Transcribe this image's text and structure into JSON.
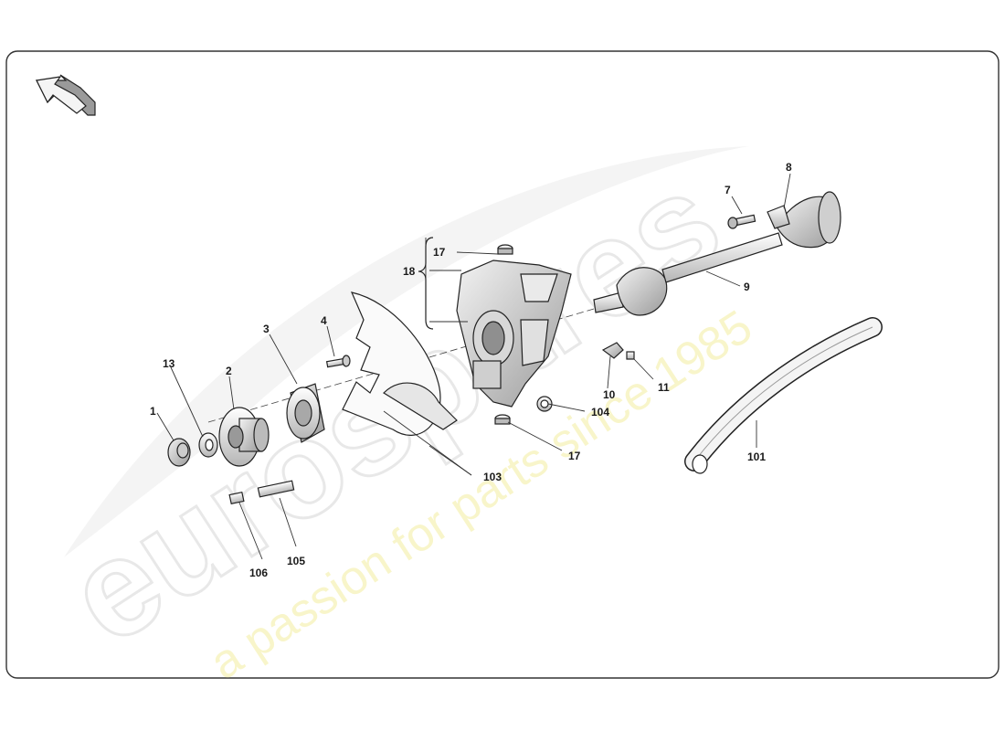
{
  "nav": {
    "arrow_icon": "back-arrow-icon"
  },
  "watermark": {
    "logo_text": "eurospares",
    "tagline": "a passion for parts since 1985"
  },
  "callouts": {
    "c1": "1",
    "c2": "2",
    "c3": "3",
    "c4": "4",
    "c7": "7",
    "c8": "8",
    "c9": "9",
    "c10": "10",
    "c11": "11",
    "c13": "13",
    "c17a": "17",
    "c17b": "17",
    "c18": "18",
    "c101": "101",
    "c103": "103",
    "c104": "104",
    "c105": "105",
    "c106": "106"
  },
  "colors": {
    "border": "#333333",
    "watermark_gray": "#e8e8e8",
    "watermark_yellow": "#f4f0a0"
  }
}
